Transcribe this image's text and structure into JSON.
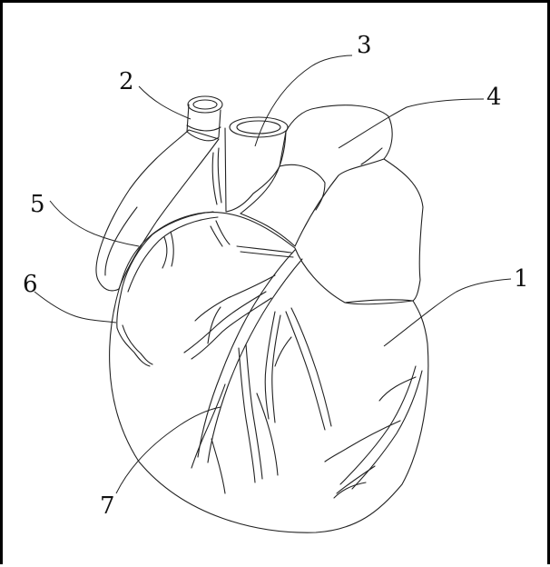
{
  "figure": {
    "labels": {
      "l1": "1",
      "l2": "2",
      "l3": "3",
      "l4": "4",
      "l5": "5",
      "l6": "6",
      "l7": "7"
    }
  }
}
